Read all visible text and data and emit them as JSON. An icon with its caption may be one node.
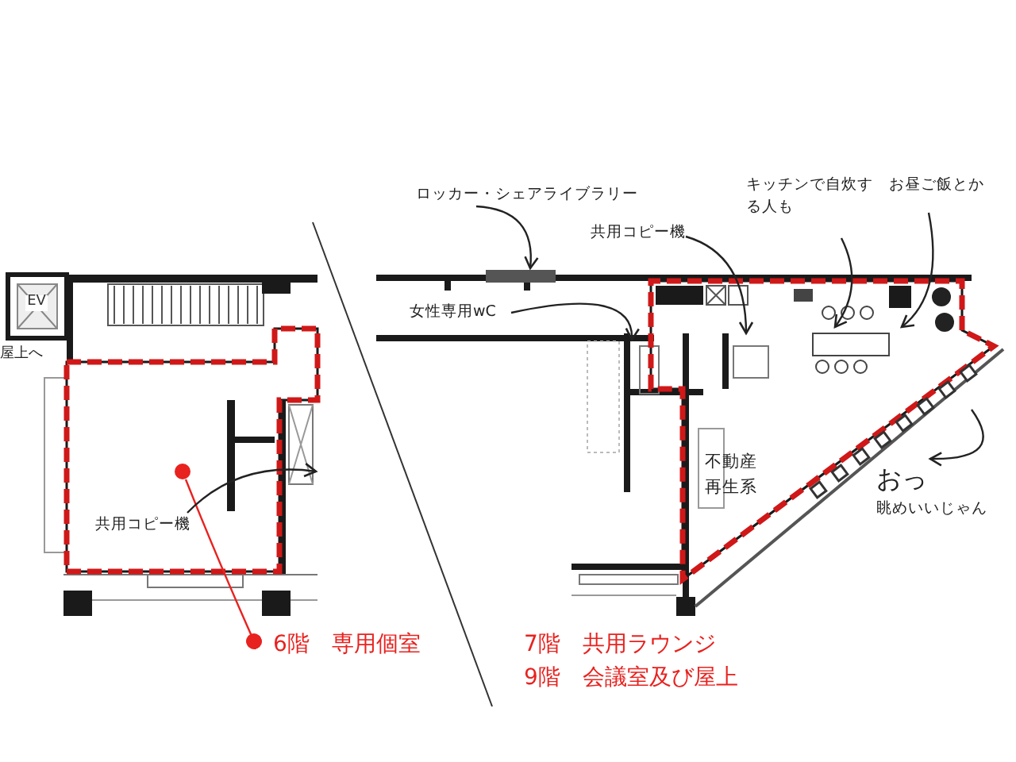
{
  "diagram": {
    "nodes": [
      {
        "text": [
          "6階　専用個室"
        ]
      },
      {
        "text": [],
        "shape": "circle"
      },
      {
        "text": [
          "共用コピー機"
        ]
      },
      {
        "text": [
          "ロッカー・シェアライブラリー"
        ]
      },
      {
        "text": [
          "共用コピー機"
        ]
      },
      {
        "text": [
          "女性専用wC"
        ]
      },
      {
        "text": [
          "キッチンで自炊する人も"
        ]
      },
      {
        "text": [
          "お昼ご飯とか"
        ]
      },
      {
        "text": [
          "おっ",
          "眺めいいじゃん"
        ]
      },
      {
        "text": [],
        "shape": "bar"
      }
    ],
    "edges": [
      {
        "from": 0,
        "to": 1,
        "arrow": "other",
        "color": "#e8221f"
      },
      {
        "from": 2,
        "to": null,
        "arrow": "to"
      },
      {
        "from": 3,
        "to": 9,
        "arrow": "to"
      },
      {
        "from": 4,
        "to": null,
        "arrow": "to"
      },
      {
        "from": 5,
        "to": null,
        "arrow": "to"
      },
      {
        "from": 6,
        "to": null,
        "arrow": "to"
      },
      {
        "from": 7,
        "to": null,
        "arrow": "to"
      },
      {
        "from": null,
        "to": 8,
        "arrow": "to"
      }
    ],
    "labels": [
      "EV",
      "屋上へ",
      "不動産再生系",
      "7階　共用ラウンジ",
      "9階　会議室及び屋上"
    ]
  }
}
